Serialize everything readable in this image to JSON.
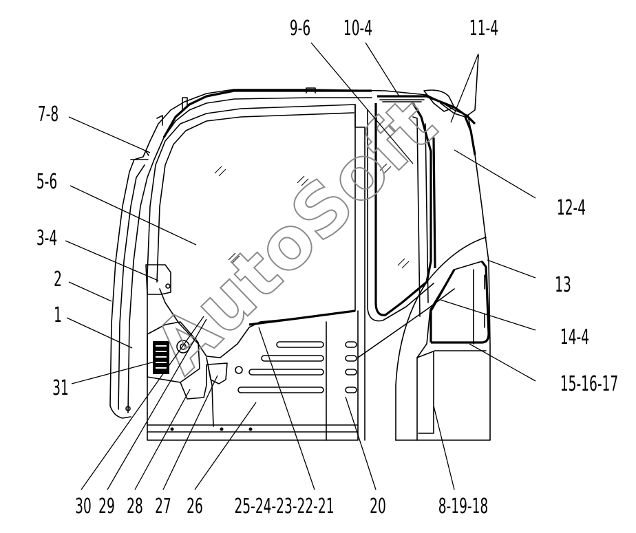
{
  "callouts": {
    "c_9_6": "9-6",
    "c_10_4": "10-4",
    "c_11_4": "11-4",
    "c_7_8": "7-8",
    "c_5_6": "5-6",
    "c_3_4": "3-4",
    "c_2": "2",
    "c_1": "1",
    "c_31": "31",
    "c_12_4": "12-4",
    "c_13": "13",
    "c_14_4": "14-4",
    "c_15_16_17": "15-16-17",
    "c_30": "30",
    "c_29": "29",
    "c_28": "28",
    "c_27": "27",
    "c_26": "26",
    "c_25_21": "25-24-23-22-21",
    "c_20": "20",
    "c_8_19_18": "8-19-18"
  },
  "watermark": "AutoSoft"
}
